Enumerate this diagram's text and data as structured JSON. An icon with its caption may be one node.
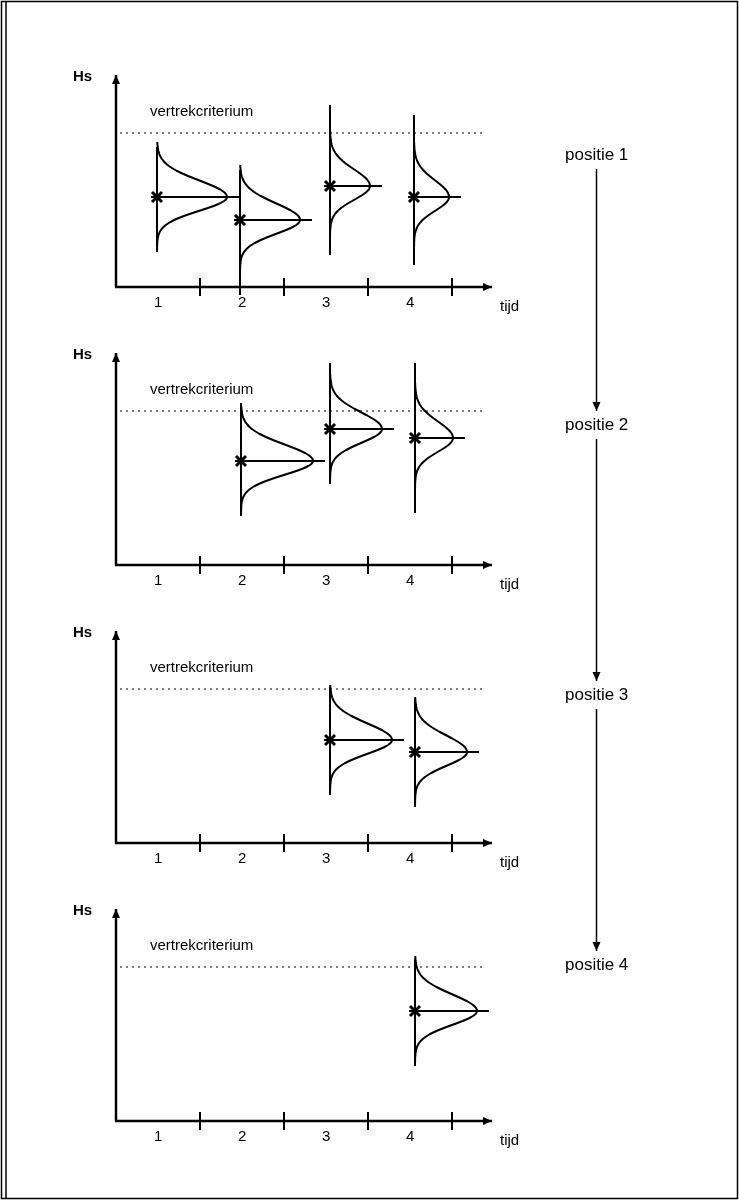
{
  "diagram": {
    "nodes": [
      {
        "text": [
          "positie 1"
        ]
      },
      {
        "text": [
          "positie 2"
        ]
      },
      {
        "text": [
          "positie 3"
        ]
      },
      {
        "text": [
          "positie 4"
        ]
      }
    ],
    "edges": [
      {
        "from": 0,
        "to": 1,
        "arrow": "to"
      },
      {
        "from": 1,
        "to": 2,
        "arrow": "to"
      },
      {
        "from": 2,
        "to": 3,
        "arrow": "to"
      }
    ],
    "labels": [
      "Hs",
      "vertrekcriterium",
      "1",
      "2",
      "3",
      "4",
      "tijd",
      "Hs",
      "vertrekcriterium",
      "1",
      "2",
      "3",
      "4",
      "tijd",
      "Hs",
      "vertrekcriterium",
      "1",
      "2",
      "3",
      "4",
      "tijd",
      "Hs",
      "vertrekcriterium",
      "1",
      "2",
      "3",
      "4",
      "tijd"
    ]
  }
}
